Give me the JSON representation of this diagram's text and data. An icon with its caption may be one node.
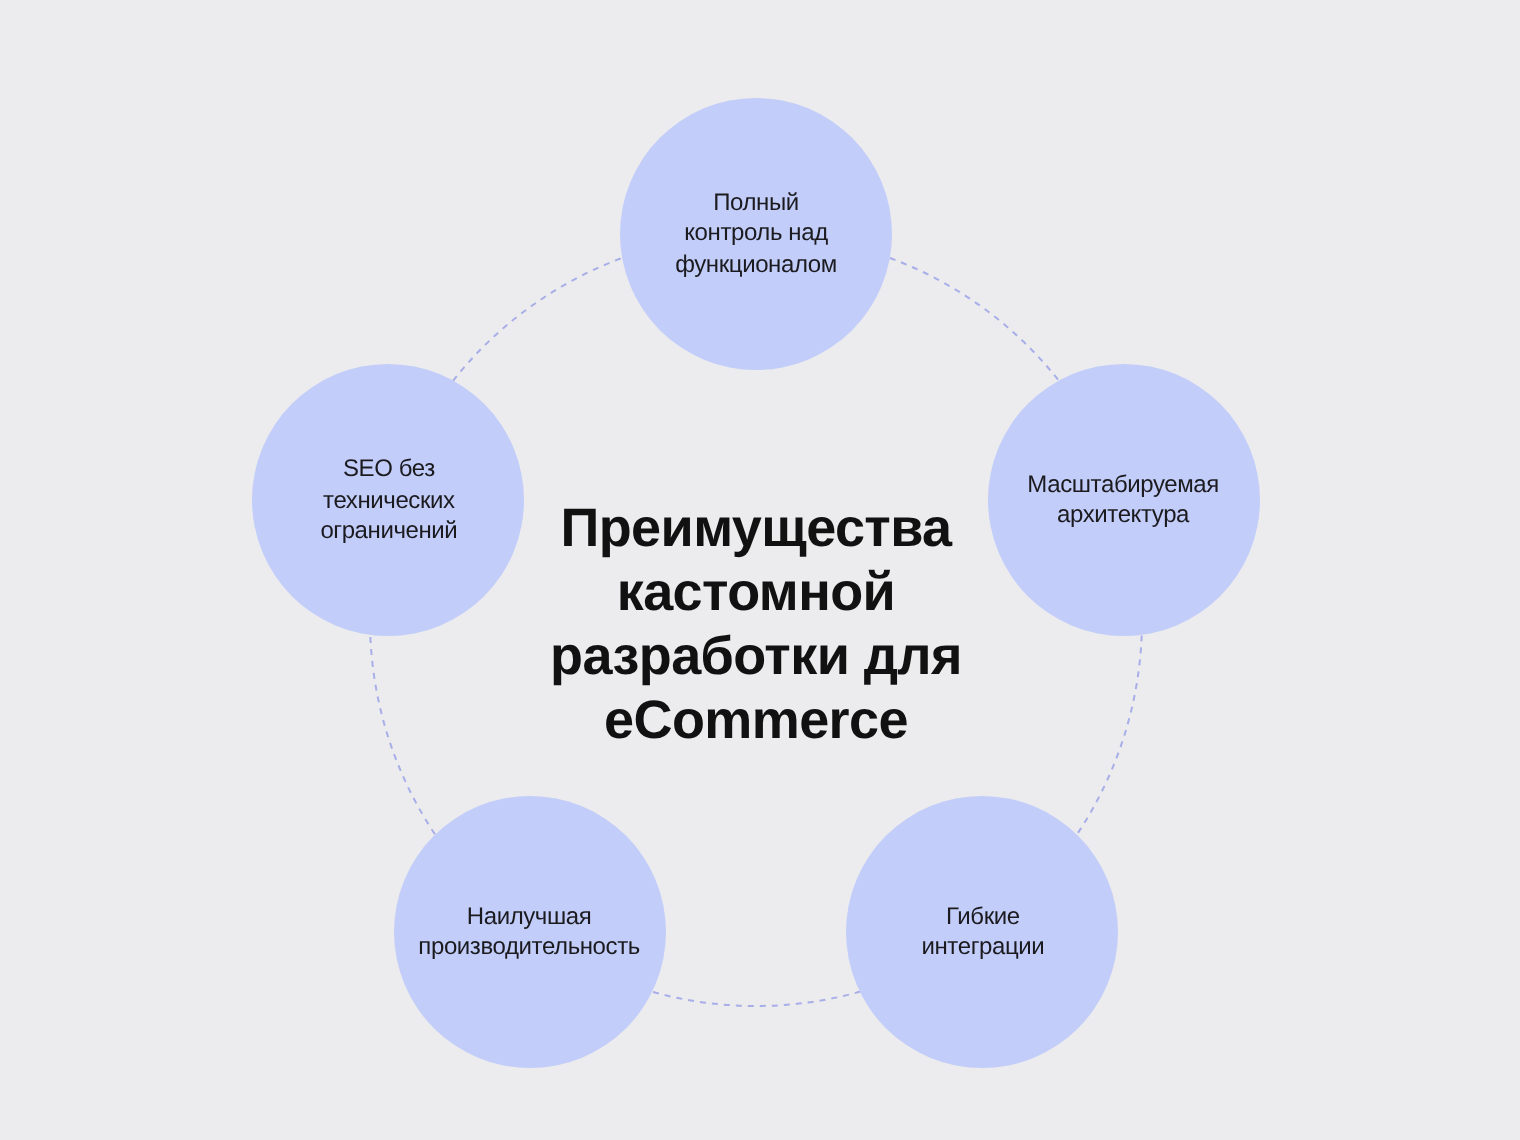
{
  "diagram": {
    "title": "Преимущества кастомной разработки для eCommerce",
    "nodes": [
      {
        "text": [
          "Полный контроль над функционалом"
        ]
      },
      {
        "text": [
          "SEO без технических ограничений"
        ]
      },
      {
        "text": [
          "Масштабируемая архитектура"
        ]
      },
      {
        "text": [
          "Наилучшая производительность"
        ]
      },
      {
        "text": [
          "Гибкие интеграции"
        ]
      }
    ],
    "edges": [
      {
        "from": 0,
        "to": 2,
        "arrow": "none",
        "style": "dashed"
      },
      {
        "from": 2,
        "to": 4,
        "arrow": "none",
        "style": "dashed"
      },
      {
        "from": 4,
        "to": 3,
        "arrow": "none",
        "style": "dashed"
      },
      {
        "from": 3,
        "to": 1,
        "arrow": "none",
        "style": "dashed"
      },
      {
        "from": 1,
        "to": 0,
        "arrow": "none",
        "style": "dashed"
      }
    ]
  }
}
